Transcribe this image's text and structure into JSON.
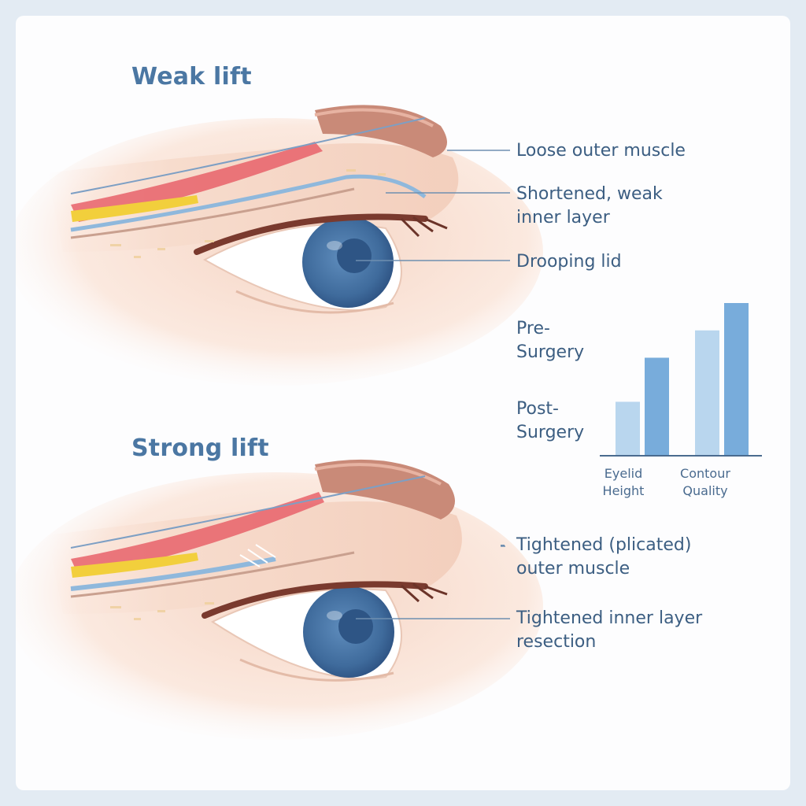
{
  "top_panel": {
    "title": "Weak lift",
    "labels": {
      "outer_muscle": "Loose outer muscle",
      "inner_layer_1": "Shortened, weak",
      "inner_layer_2": "inner layer",
      "lid": "Drooping lid"
    }
  },
  "bottom_panel": {
    "title": "Strong lift",
    "labels": {
      "outer_muscle_1": "Tightened (plicated)",
      "outer_muscle_2": "outer muscle",
      "inner_layer_1": "Tightened inner layer",
      "inner_layer_2": "resection"
    }
  },
  "colors": {
    "title": "#4b77a3",
    "label_text": "#3c5e82",
    "leader_line": "#6f8fb0",
    "iris": "#3f6b9c",
    "muscle_red": "#e8616a",
    "fat_yellow": "#f2cf3c",
    "bar_light": "#b9d6ee",
    "bar_dark": "#78acdb"
  },
  "chart_data": {
    "type": "bar",
    "categories": [
      "Eyelid Height",
      "Contour Quality"
    ],
    "category_lines": [
      [
        "Eyelid",
        "Height"
      ],
      [
        "Contour",
        "Quality"
      ]
    ],
    "legend": [
      [
        "Pre-",
        "Surgery"
      ],
      [
        "Post-",
        "Surgery"
      ]
    ],
    "series": [
      {
        "name": "Pre-Surgery",
        "values": [
          35,
          82
        ]
      },
      {
        "name": "Post-Surgery",
        "values": [
          64,
          100
        ]
      }
    ],
    "ylim": [
      0,
      100
    ],
    "grid": false,
    "legend_position": "left"
  }
}
